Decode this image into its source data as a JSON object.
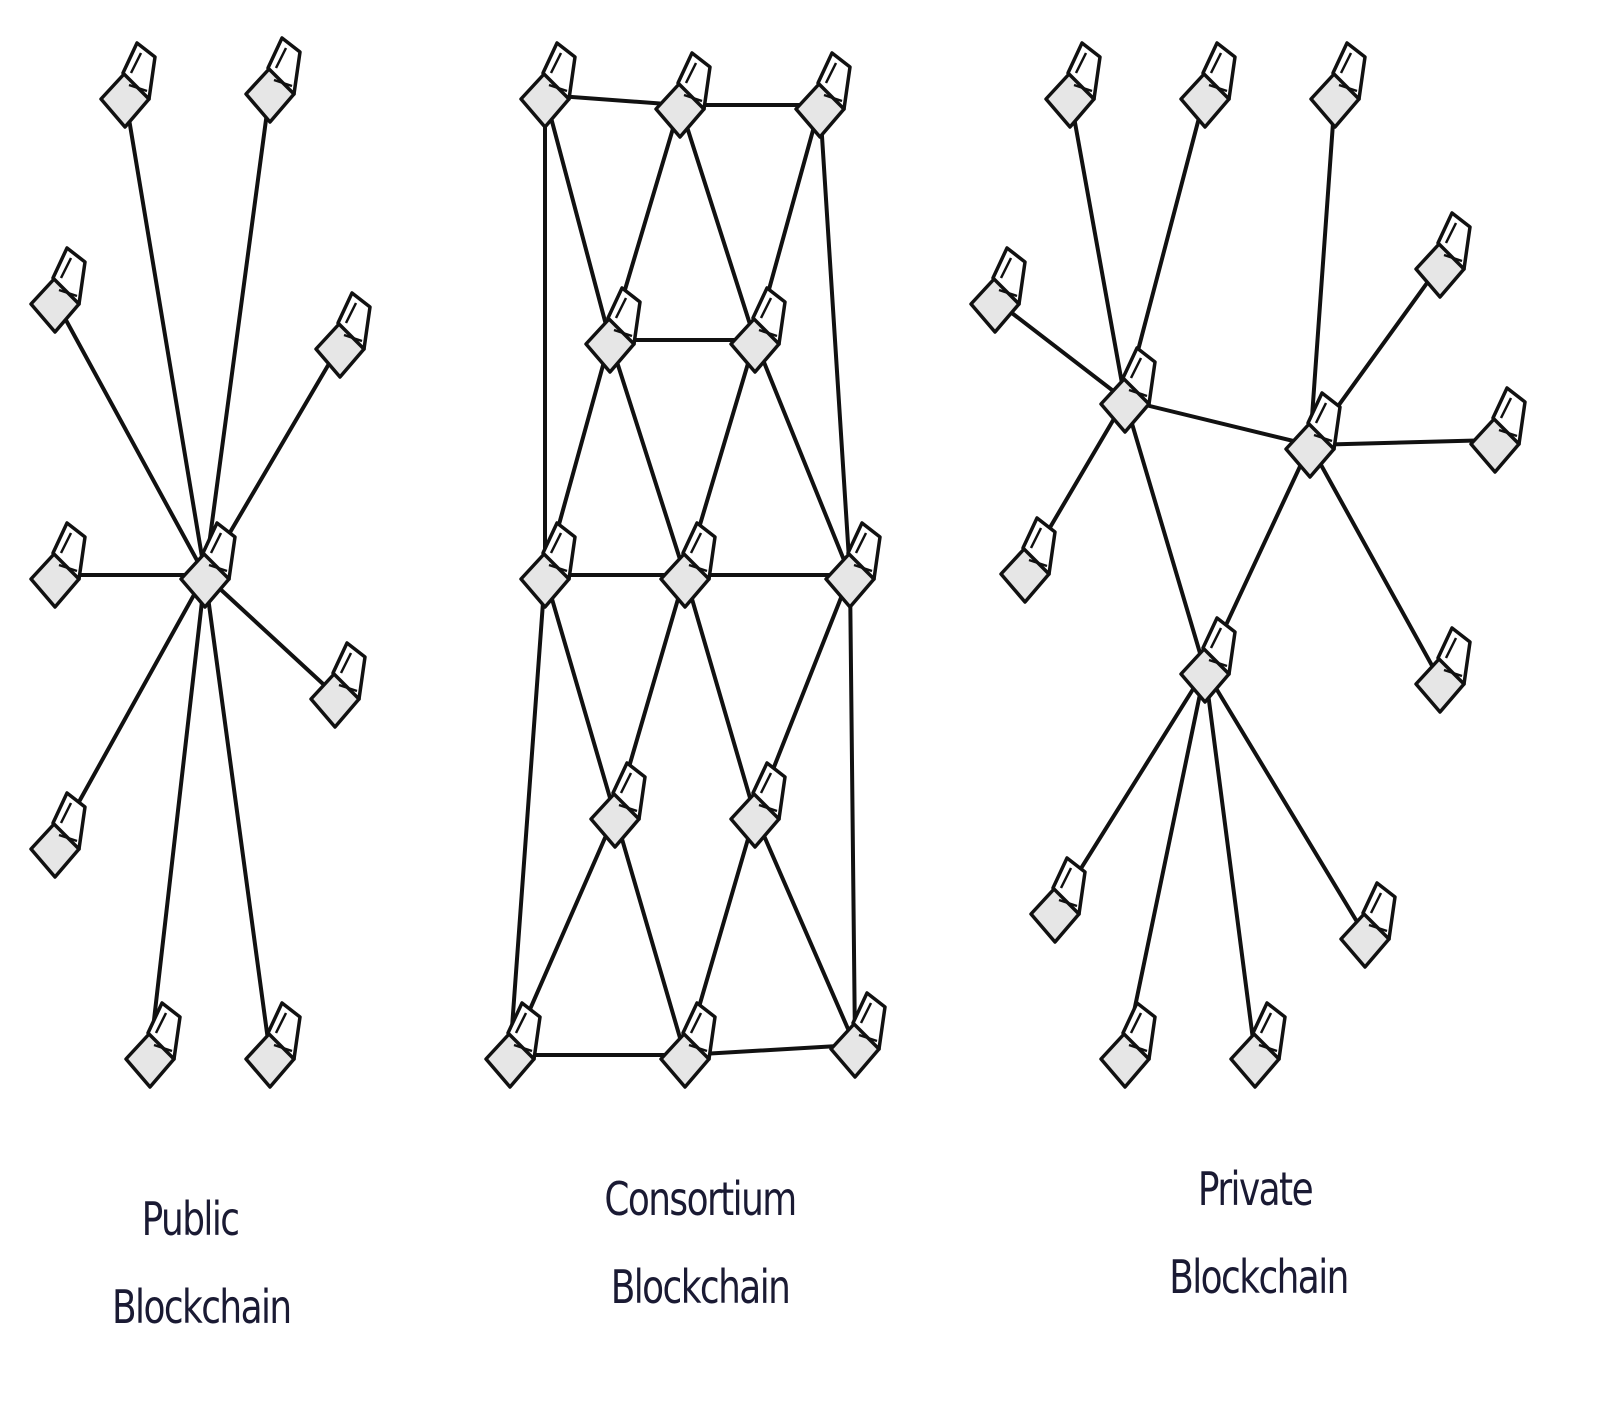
{
  "networks": [
    {
      "id": "public",
      "caption_line1": "Public",
      "caption_line2": "Blockchain"
    },
    {
      "id": "consortium",
      "caption_line1": "Consortium",
      "caption_line2": "Blockchain"
    },
    {
      "id": "private",
      "caption_line1": "Private",
      "caption_line2": "Blockchain"
    }
  ]
}
